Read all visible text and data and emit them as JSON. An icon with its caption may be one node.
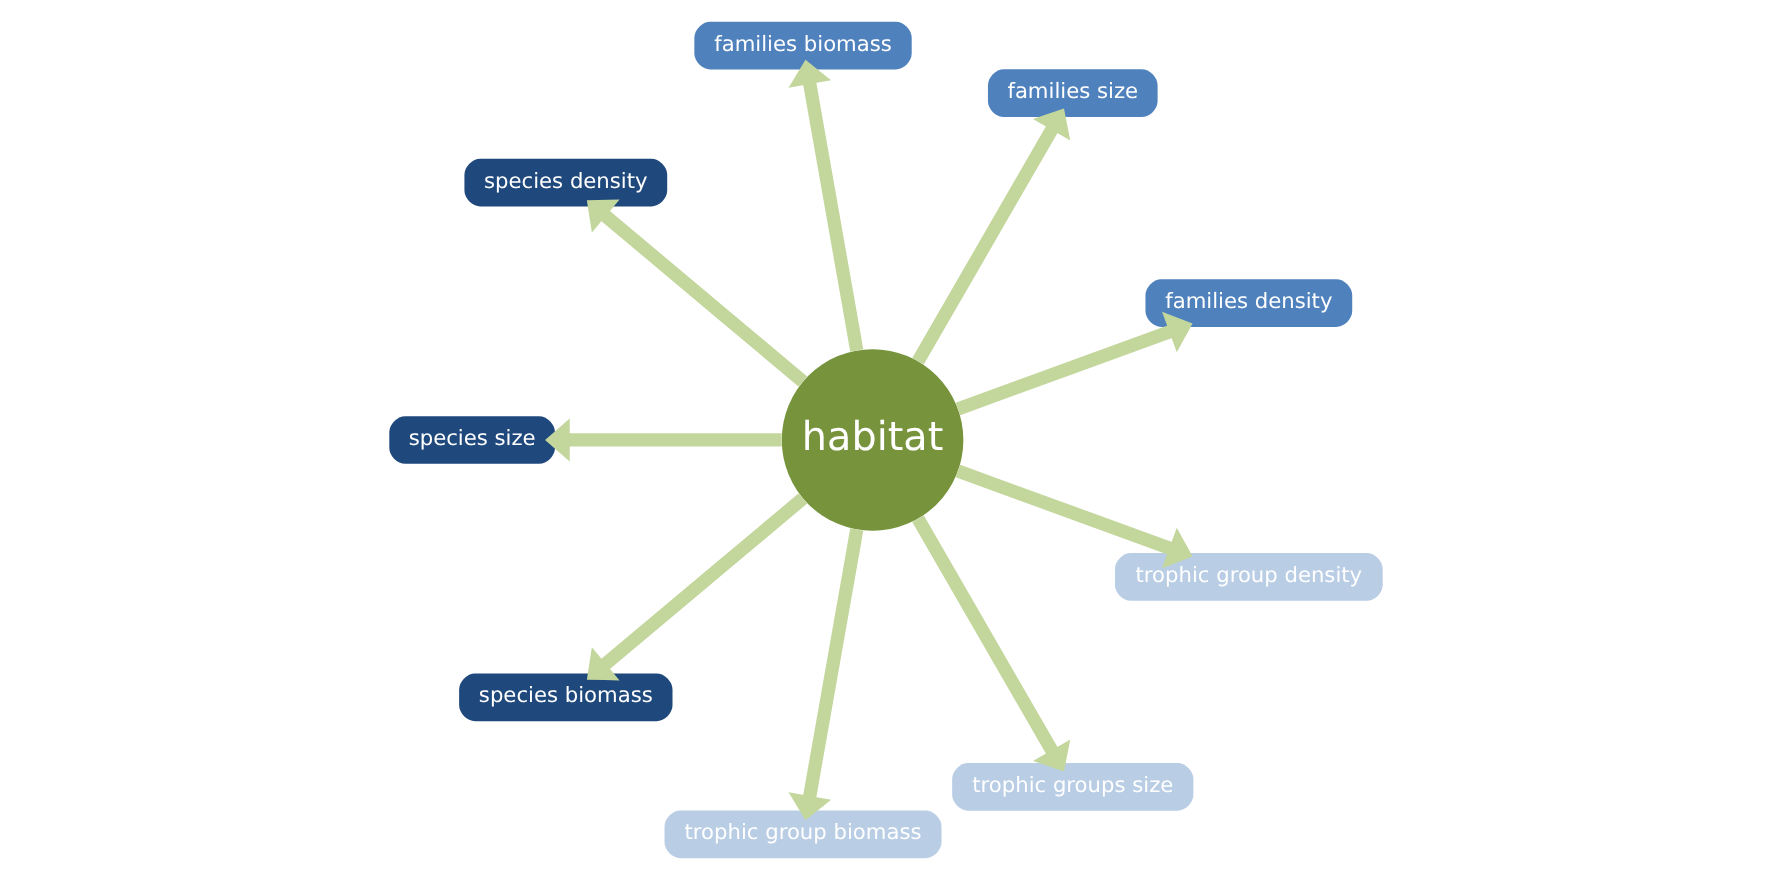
{
  "diagram": {
    "nodes": [
      {
        "text": [
          "habitat"
        ]
      },
      {
        "text": [
          "families density"
        ]
      },
      {
        "text": [
          "families size"
        ]
      },
      {
        "text": [
          "families biomass"
        ]
      },
      {
        "text": [
          "species density"
        ]
      },
      {
        "text": [
          "species size"
        ]
      },
      {
        "text": [
          "species biomass"
        ]
      },
      {
        "text": [
          "trophic group biomass"
        ]
      },
      {
        "text": [
          "trophic groups size"
        ]
      },
      {
        "text": [
          "trophic group density"
        ]
      }
    ],
    "edges": [
      {
        "from": 0,
        "to": 1,
        "arrow": "to"
      },
      {
        "from": 0,
        "to": 2,
        "arrow": "to"
      },
      {
        "from": 0,
        "to": 3,
        "arrow": "to"
      },
      {
        "from": 0,
        "to": 4,
        "arrow": "to"
      },
      {
        "from": 0,
        "to": 5,
        "arrow": "to"
      },
      {
        "from": 0,
        "to": 6,
        "arrow": "to"
      },
      {
        "from": 0,
        "to": 7,
        "arrow": "to"
      },
      {
        "from": 0,
        "to": 8,
        "arrow": "to"
      },
      {
        "from": 0,
        "to": 9,
        "arrow": "to"
      }
    ]
  }
}
